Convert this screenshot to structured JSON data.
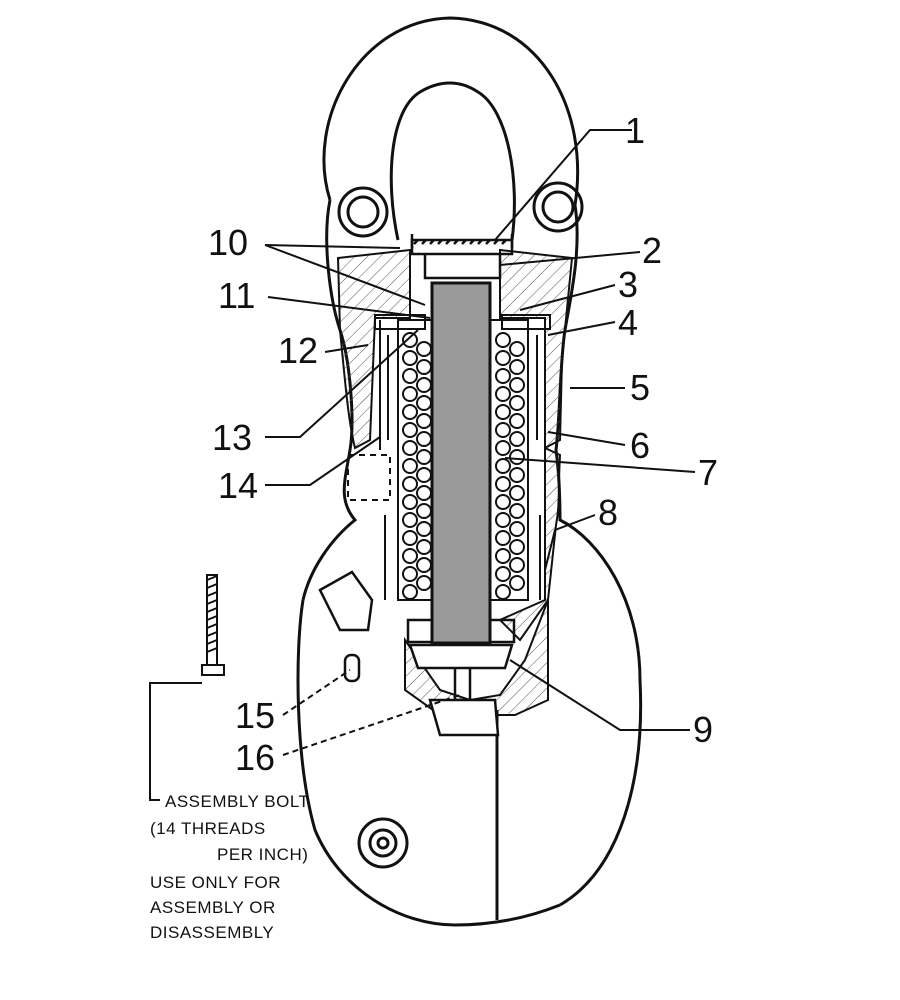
{
  "callouts": [
    {
      "id": "1",
      "label": "1"
    },
    {
      "id": "2",
      "label": "2"
    },
    {
      "id": "3",
      "label": "3"
    },
    {
      "id": "4",
      "label": "4"
    },
    {
      "id": "5",
      "label": "5"
    },
    {
      "id": "6",
      "label": "6"
    },
    {
      "id": "7",
      "label": "7"
    },
    {
      "id": "8",
      "label": "8"
    },
    {
      "id": "9",
      "label": "9"
    },
    {
      "id": "10",
      "label": "10"
    },
    {
      "id": "11",
      "label": "11"
    },
    {
      "id": "12",
      "label": "12"
    },
    {
      "id": "13",
      "label": "13"
    },
    {
      "id": "14",
      "label": "14"
    },
    {
      "id": "15",
      "label": "15"
    },
    {
      "id": "16",
      "label": "16"
    }
  ],
  "bolt_note": {
    "line1": "ASSEMBLY BOLT",
    "line2": "(14 THREADS",
    "line3": "PER INCH)",
    "line4": "USE ONLY FOR",
    "line5": "ASSEMBLY OR",
    "line6": "DISASSEMBLY"
  },
  "colors": {
    "ink": "#111111",
    "shaft": "#9a9a9a",
    "background": "#ffffff"
  }
}
